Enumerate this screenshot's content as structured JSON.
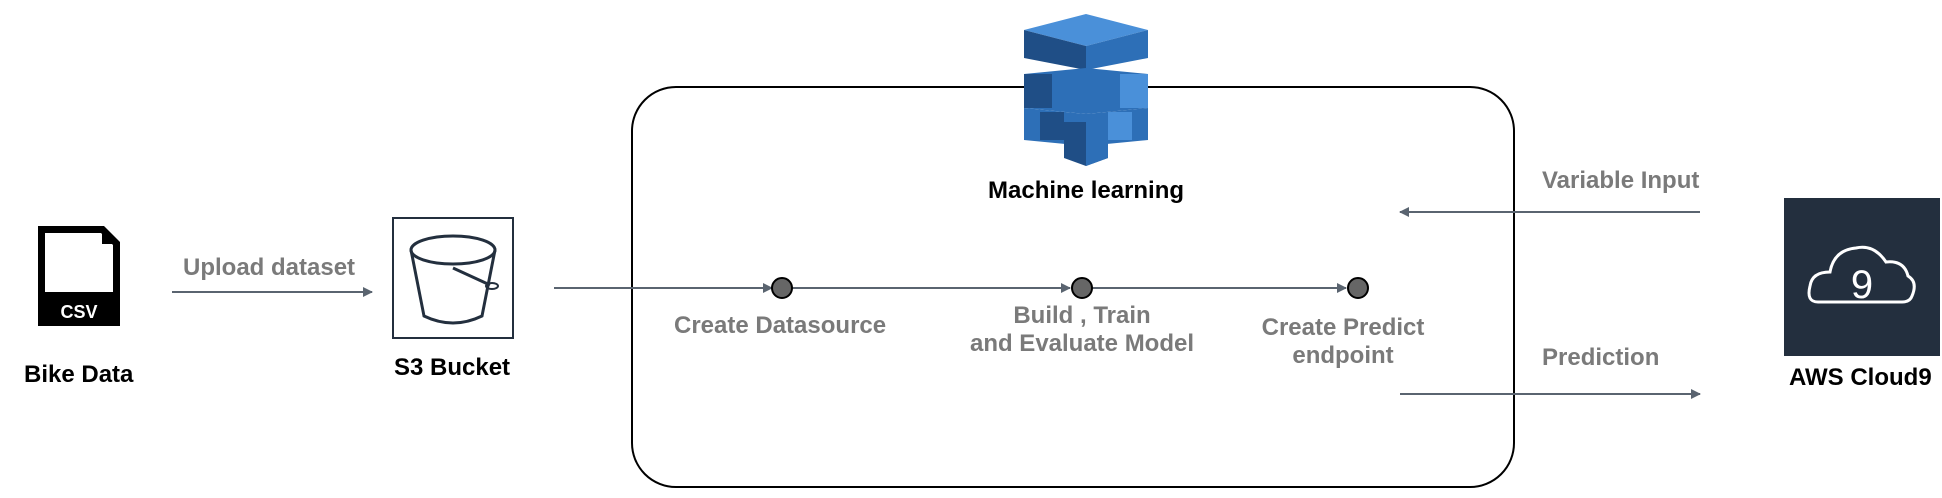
{
  "nodes": {
    "bike_data": {
      "label": "Bike Data",
      "icon": "csv-file-icon",
      "badge": "CSV"
    },
    "s3_bucket": {
      "label": "S3 Bucket",
      "icon": "s3-bucket-icon"
    },
    "machine_learning": {
      "label": "Machine learning",
      "icon": "amazon-machine-learning-icon"
    },
    "cloud9": {
      "label": "AWS Cloud9",
      "icon": "cloud9-icon",
      "glyph": "9"
    }
  },
  "steps": {
    "create_datasource": "Create Datasource",
    "build_train_line1": "Build , Train",
    "build_train_line2": "and Evaluate Model",
    "predict_line1": "Create Predict",
    "predict_line2": "endpoint"
  },
  "edges": {
    "upload": "Upload dataset",
    "variable_input": "Variable Input",
    "prediction": "Prediction"
  },
  "colors": {
    "arrow": "#5a6470",
    "step_dot": "#666666",
    "label_grey": "#7a7a7a",
    "cloud9_bg": "#232f3e",
    "ml_blue_dark": "#1f4e86",
    "ml_blue_mid": "#2d6fb7",
    "ml_blue_light": "#4a90d9"
  }
}
